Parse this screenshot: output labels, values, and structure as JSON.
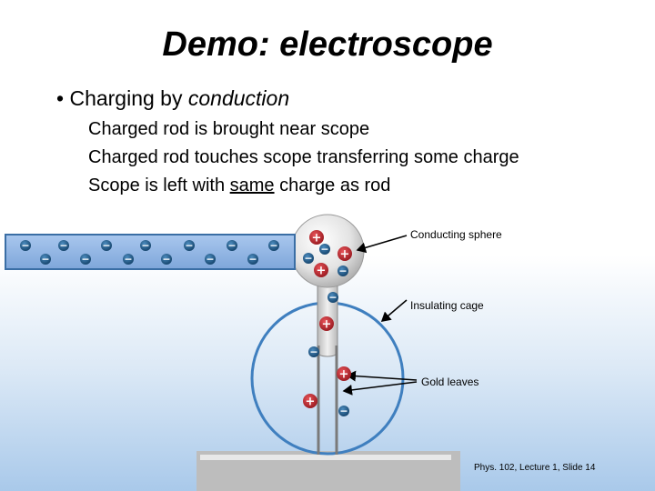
{
  "slide": {
    "title": "Demo: electroscope",
    "bullet_prefix": "Charging by",
    "bullet_emphasis": "conduction",
    "lines": [
      "Charged rod is brought near scope",
      "Charged rod touches scope transferring some charge"
    ],
    "line3_before": "Scope is left with",
    "line3_underlined": "same",
    "line3_after": "charge as rod",
    "footer": "Phys. 102, Lecture 1, Slide 14"
  },
  "diagram": {
    "labels": {
      "sphere": "Conducting sphere",
      "cage": "Insulating cage",
      "leaves": "Gold leaves"
    },
    "charge_symbols": {
      "positive": "+",
      "negative": "−"
    },
    "colors": {
      "rod_fill": "#8fb4e3",
      "rod_stroke": "#3a6ea5",
      "negative_charge": "#1f5c8a",
      "positive_charge": "#c0282e",
      "cage_stroke": "#3f7fbf",
      "scope_metal": "#d6d6d6",
      "base": "#bdbdbd"
    }
  }
}
